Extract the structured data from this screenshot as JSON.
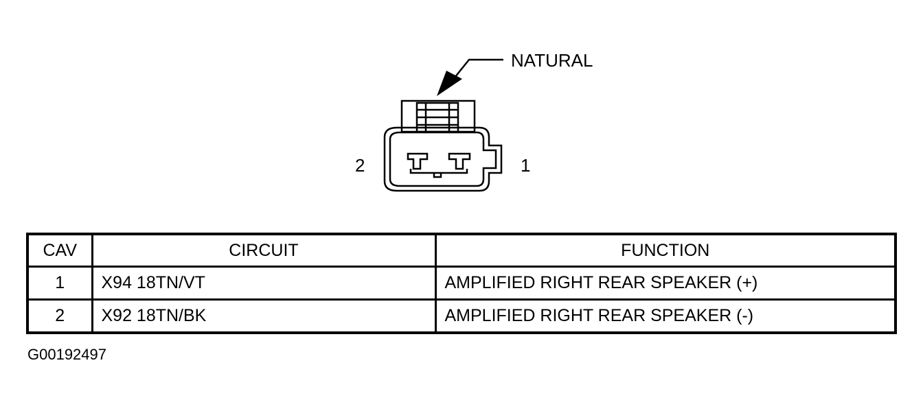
{
  "connector": {
    "color_label": "NATURAL",
    "pin_labels": [
      "2",
      "1"
    ]
  },
  "table": {
    "headers": [
      "CAV",
      "CIRCUIT",
      "FUNCTION"
    ],
    "rows": [
      {
        "cav": "1",
        "circuit": "X94 18TN/VT",
        "function": "AMPLIFIED RIGHT REAR SPEAKER (+)"
      },
      {
        "cav": "2",
        "circuit": "X92 18TN/BK",
        "function": "AMPLIFIED RIGHT REAR SPEAKER (-)"
      }
    ]
  },
  "figure_id": "G00192497",
  "colors": {
    "line": "#000000",
    "background": "#ffffff"
  }
}
